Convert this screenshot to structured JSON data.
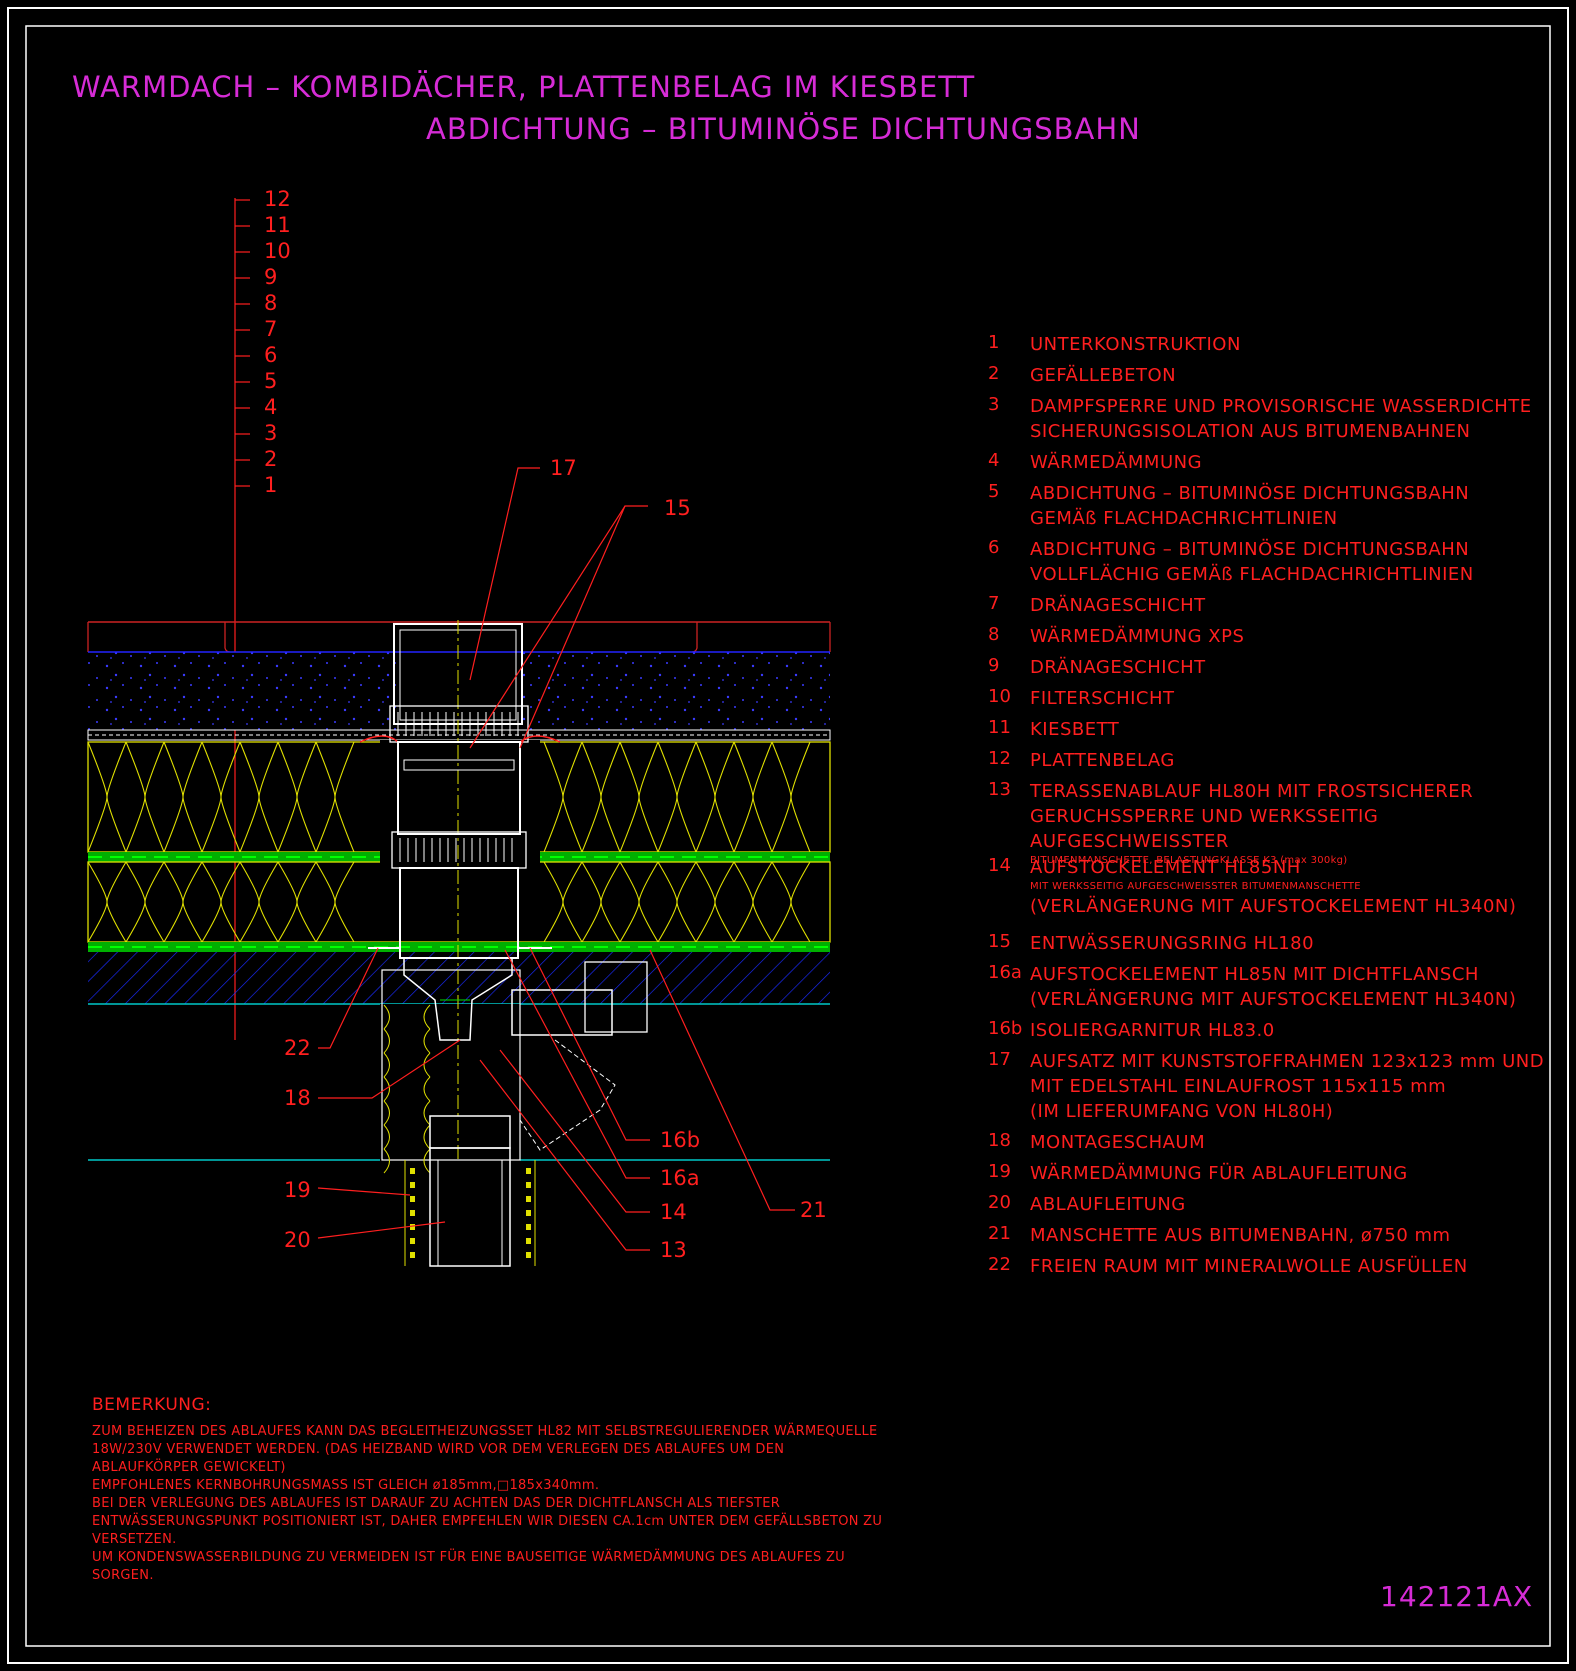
{
  "titles": {
    "line1": "WARMDACH – KOMBIDÄCHER, PLATTENBELAG IM KIESBETT",
    "line2": "ABDICHTUNG – BITUMINÖSE DICHTUNGSBAHN"
  },
  "drawing_number": "142121AX",
  "layer_scale": [
    "12",
    "11",
    "10",
    "9",
    "8",
    "7",
    "6",
    "5",
    "4",
    "3",
    "2",
    "1"
  ],
  "callouts": {
    "c17": "17",
    "c15": "15",
    "c22": "22",
    "c18": "18",
    "c19": "19",
    "c20": "20",
    "c16b": "16b",
    "c16a": "16a",
    "c14": "14",
    "c13": "13",
    "c21": "21"
  },
  "legend": [
    {
      "num": "1",
      "lines": [
        "UNTERKONSTRUKTION"
      ]
    },
    {
      "num": "2",
      "lines": [
        "GEFÄLLEBETON"
      ]
    },
    {
      "num": "3",
      "lines": [
        "DAMPFSPERRE UND PROVISORISCHE WASSERDICHTE",
        "SICHERUNGSISOLATION AUS BITUMENBAHNEN"
      ]
    },
    {
      "num": "4",
      "lines": [
        "WÄRMEDÄMMUNG"
      ]
    },
    {
      "num": "5",
      "lines": [
        "ABDICHTUNG – BITUMINÖSE DICHTUNGSBAHN",
        "GEMÄß FLACHDACHRICHTLINIEN"
      ]
    },
    {
      "num": "6",
      "lines": [
        "ABDICHTUNG – BITUMINÖSE DICHTUNGSBAHN",
        "VOLLFLÄCHIG GEMÄß FLACHDACHRICHTLINIEN"
      ]
    },
    {
      "num": "7",
      "lines": [
        "DRÄNAGESCHICHT"
      ]
    },
    {
      "num": "8",
      "lines": [
        "WÄRMEDÄMMUNG XPS"
      ]
    },
    {
      "num": "9",
      "lines": [
        "DRÄNAGESCHICHT"
      ]
    },
    {
      "num": "10",
      "lines": [
        "FILTERSCHICHT"
      ]
    },
    {
      "num": "11",
      "lines": [
        "KIESBETT"
      ]
    },
    {
      "num": "12",
      "lines": [
        "PLATTENBELAG"
      ]
    },
    {
      "num": "13",
      "lines": [
        "TERASSENABLAUF HL80H MIT FROSTSICHERER",
        "GERUCHSSPERRE UND WERKSSEITIG AUFGESCHWEISSTER"
      ],
      "small": "BITUMENMANSCHETTE, BELASTUNGKLASSE K3 (max 300kg)"
    },
    {
      "num": "14",
      "lines": [
        "AUFSTOCKELEMENT HL85NH"
      ],
      "small": "MIT WERKSSEITIG AUFGESCHWEISSTER BITUMENMANSCHETTE",
      "after": [
        "(VERLÄNGERUNG MIT AUFSTOCKELEMENT HL340N)"
      ]
    },
    {
      "num": "15",
      "lines": [
        "ENTWÄSSERUNGSRING HL180"
      ]
    },
    {
      "num": "16a",
      "lines": [
        "AUFSTOCKELEMENT HL85N MIT DICHTFLANSCH",
        "(VERLÄNGERUNG MIT AUFSTOCKELEMENT HL340N)"
      ]
    },
    {
      "num": "16b",
      "lines": [
        "ISOLIERGARNITUR HL83.0"
      ]
    },
    {
      "num": "17",
      "lines": [
        "AUFSATZ MIT KUNSTSTOFFRAHMEN 123x123 mm UND",
        "MIT EDELSTAHL EINLAUFROST 115x115 mm",
        "(IM LIEFERUMFANG VON HL80H)"
      ]
    },
    {
      "num": "18",
      "lines": [
        "MONTAGESCHAUM"
      ]
    },
    {
      "num": "19",
      "lines": [
        "WÄRMEDÄMMUNG FÜR ABLAUFLEITUNG"
      ]
    },
    {
      "num": "20",
      "lines": [
        "ABLAUFLEITUNG"
      ]
    },
    {
      "num": "21",
      "lines": [
        "MANSCHETTE AUS BITUMENBAHN, ø750 mm"
      ]
    },
    {
      "num": "22",
      "lines": [
        "FREIEN RAUM MIT MINERALWOLLE AUSFÜLLEN"
      ]
    }
  ],
  "remarks": {
    "heading": "BEMERKUNG:",
    "lines": [
      "ZUM BEHEIZEN DES ABLAUFES KANN DAS BEGLEITHEIZUNGSSET HL82 MIT SELBSTREGULIERENDER WÄRMEQUELLE",
      "18W/230V VERWENDET WERDEN. (DAS HEIZBAND WIRD VOR DEM VERLEGEN DES ABLAUFES UM DEN",
      "ABLAUFKÖRPER GEWICKELT)",
      "EMPFOHLENES KERNBOHRUNGSMASS IST GLEICH ø185mm,□185x340mm.",
      "BEI DER VERLEGUNG DES ABLAUFES IST DARAUF ZU ACHTEN DAS DER DICHTFLANSCH ALS TIEFSTER",
      "ENTWÄSSERUNGSPUNKT POSITIONIERT IST, DAHER EMPFEHLEN WIR DIESEN CA.1cm UNTER DEM GEFÄLLSBETON ZU",
      "VERSETZEN.",
      "UM KONDENSWASSERBILDUNG ZU VERMEIDEN IST FÜR EINE BAUSEITIGE WÄRMEDÄMMUNG DES ABLAUFES ZU",
      "SORGEN."
    ]
  },
  "colors": {
    "background": "#000000",
    "title": "#d62cd6",
    "text": "#ff1f1f",
    "frame": "#ffffff",
    "insulation": "#e0e000",
    "membrane": "#00e000",
    "gravel": "#2222ff",
    "concrete": "#1a2bff",
    "pipe": "#ffffff",
    "cyan": "#00c8c8"
  }
}
